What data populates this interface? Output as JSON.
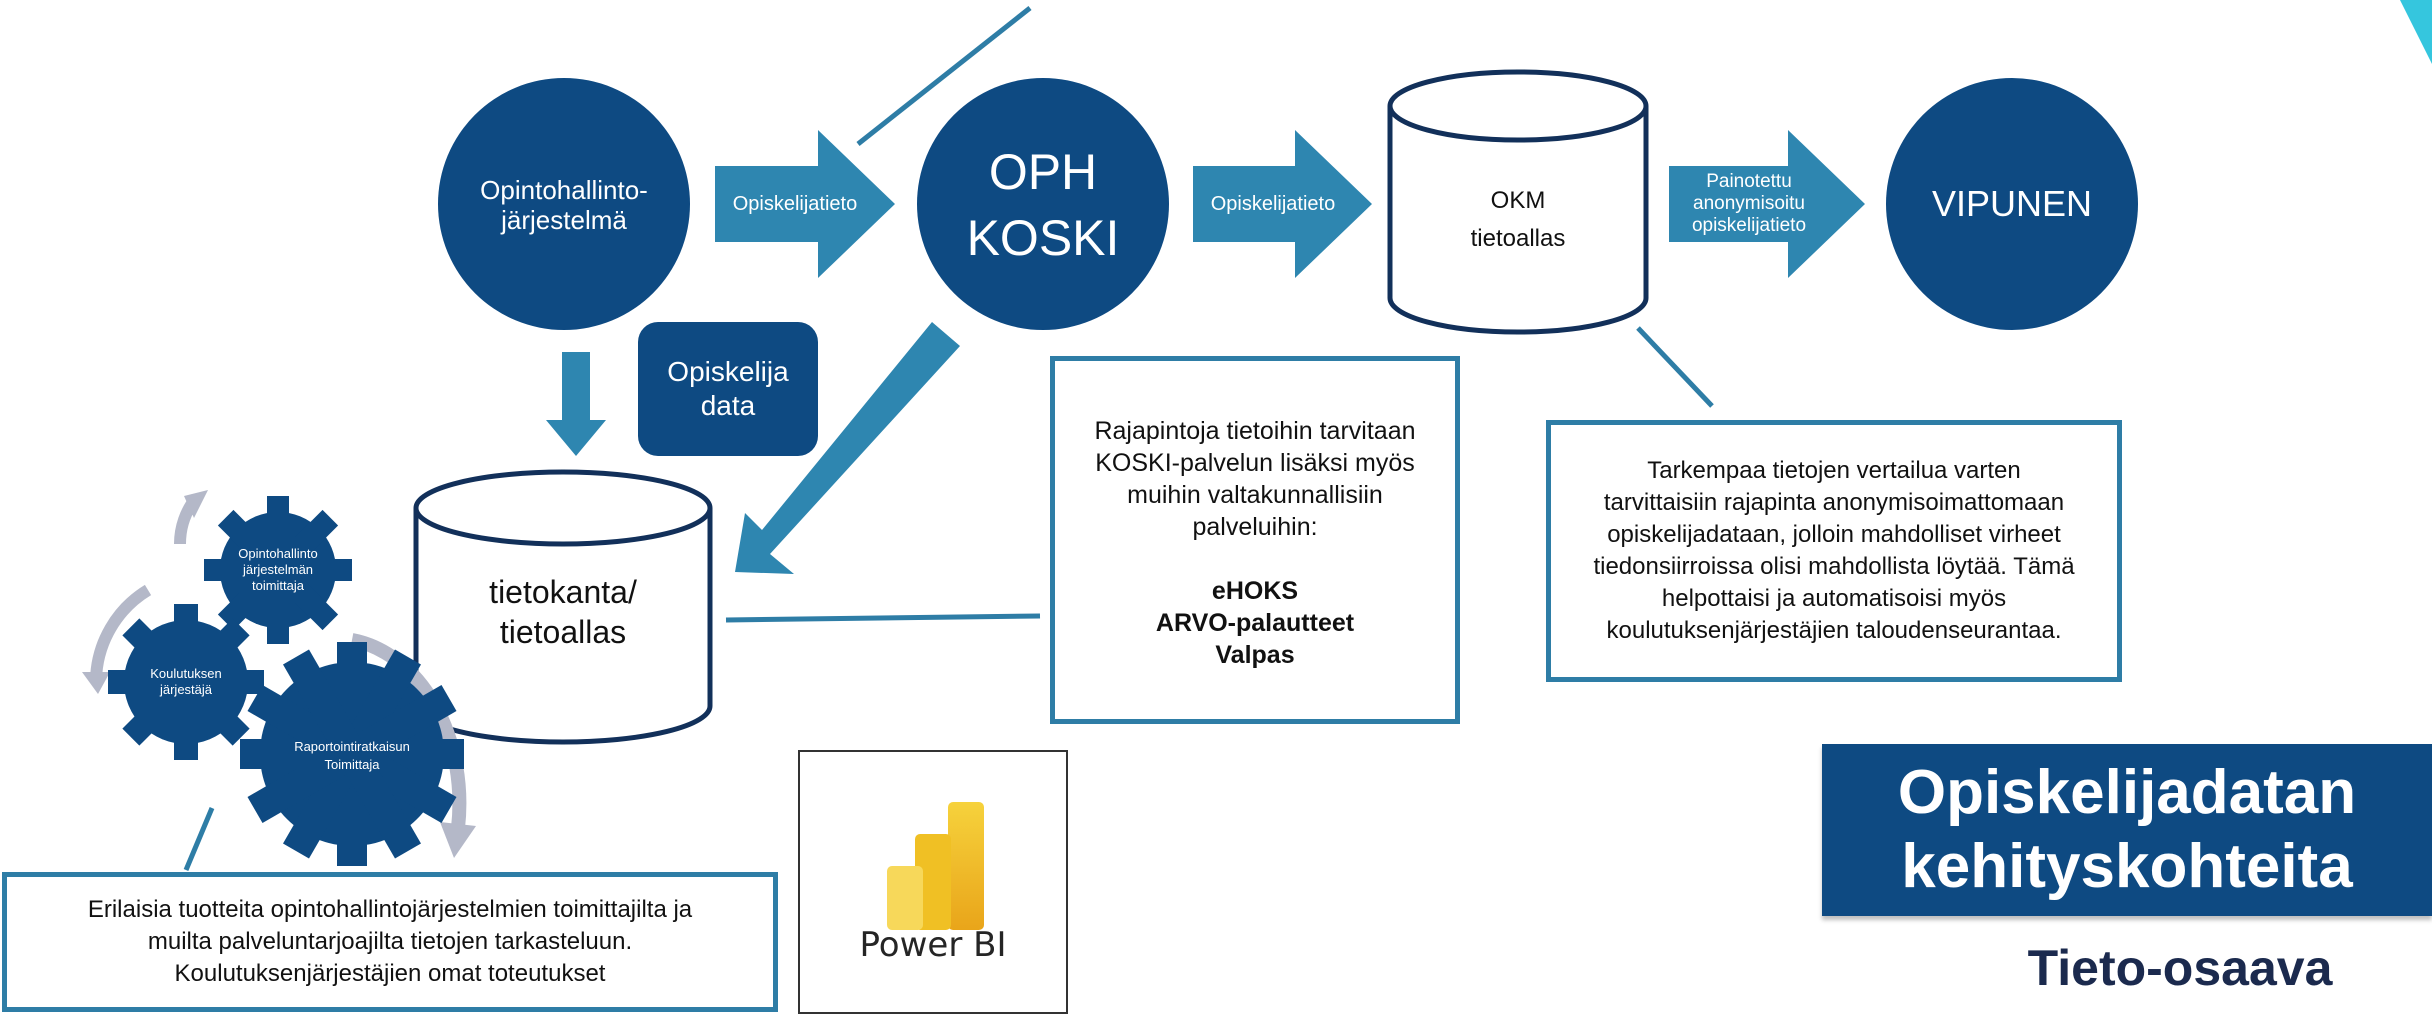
{
  "colors": {
    "navy": "#0e4a82",
    "arrow_blue": "#2e86b0",
    "box_border": "#2e7da6",
    "cylinder_border": "#12305a",
    "gear_arrow_gray": "#b4b8c8",
    "accent_cyan": "#35c6de",
    "title_navy": "#1b2a4e",
    "pbi_yellow": "#f2c811",
    "pbi_orange": "#e8a81c"
  },
  "nodes": {
    "opintohallinto": "Opintohallinto-\njärjestelmä",
    "oph_koski": "OPH\nKOSKI",
    "okm_tietoallas": "OKM\ntietoallas",
    "vipunen": "VIPUNEN",
    "tietokanta": "tietokanta/\ntietoallas",
    "opiskelija_data": "Opiskelija\ndata"
  },
  "arrows": {
    "arrow1": "Opiskelijatieto",
    "arrow2": "Opiskelijatieto",
    "arrow3": "Painotettu\nanonymisoitu\nopiskelijatieto"
  },
  "gears": {
    "gear1": "Opintohallinto\njärjestelmän\ntoimittaja",
    "gear2": "Koulutuksen\njärjestäjä",
    "gear3": "Raportointiratkaisun\nToimittaja"
  },
  "boxes": {
    "rajapinnat_intro": "Rajapintoja tietoihin tarvitaan\nKOSKI-palvelun lisäksi myös\nmuihin valtakunnallisiin\npalveluihin:",
    "rajapinnat_list": "eHOKS\nARVO-palautteet\nValpas",
    "tarkempaa": "Tarkempaa tietojen vertailua varten\ntarvittaisiin rajapinta anonymisoimattomaan\nopiskelijadataan, jolloin mahdolliset virheet\ntiedonsiirroissa olisi mahdollista löytää. Tämä\nhelpottaisi ja automatisoisi myös\nkoulutuksenjärjestäjien taloudenseurantaa.",
    "erilaisia": "Erilaisia tuotteita opintohallintojärjestelmien toimittajilta ja\nmuilta palveluntarjoajilta tietojen tarkasteluun.\nKoulutuksenjärjestäjien omat toteutukset"
  },
  "powerbi": {
    "label": "Power BI"
  },
  "title": {
    "main": "Opiskelijadatan\nkehityskohteita",
    "brand": "Tieto-osaava"
  }
}
